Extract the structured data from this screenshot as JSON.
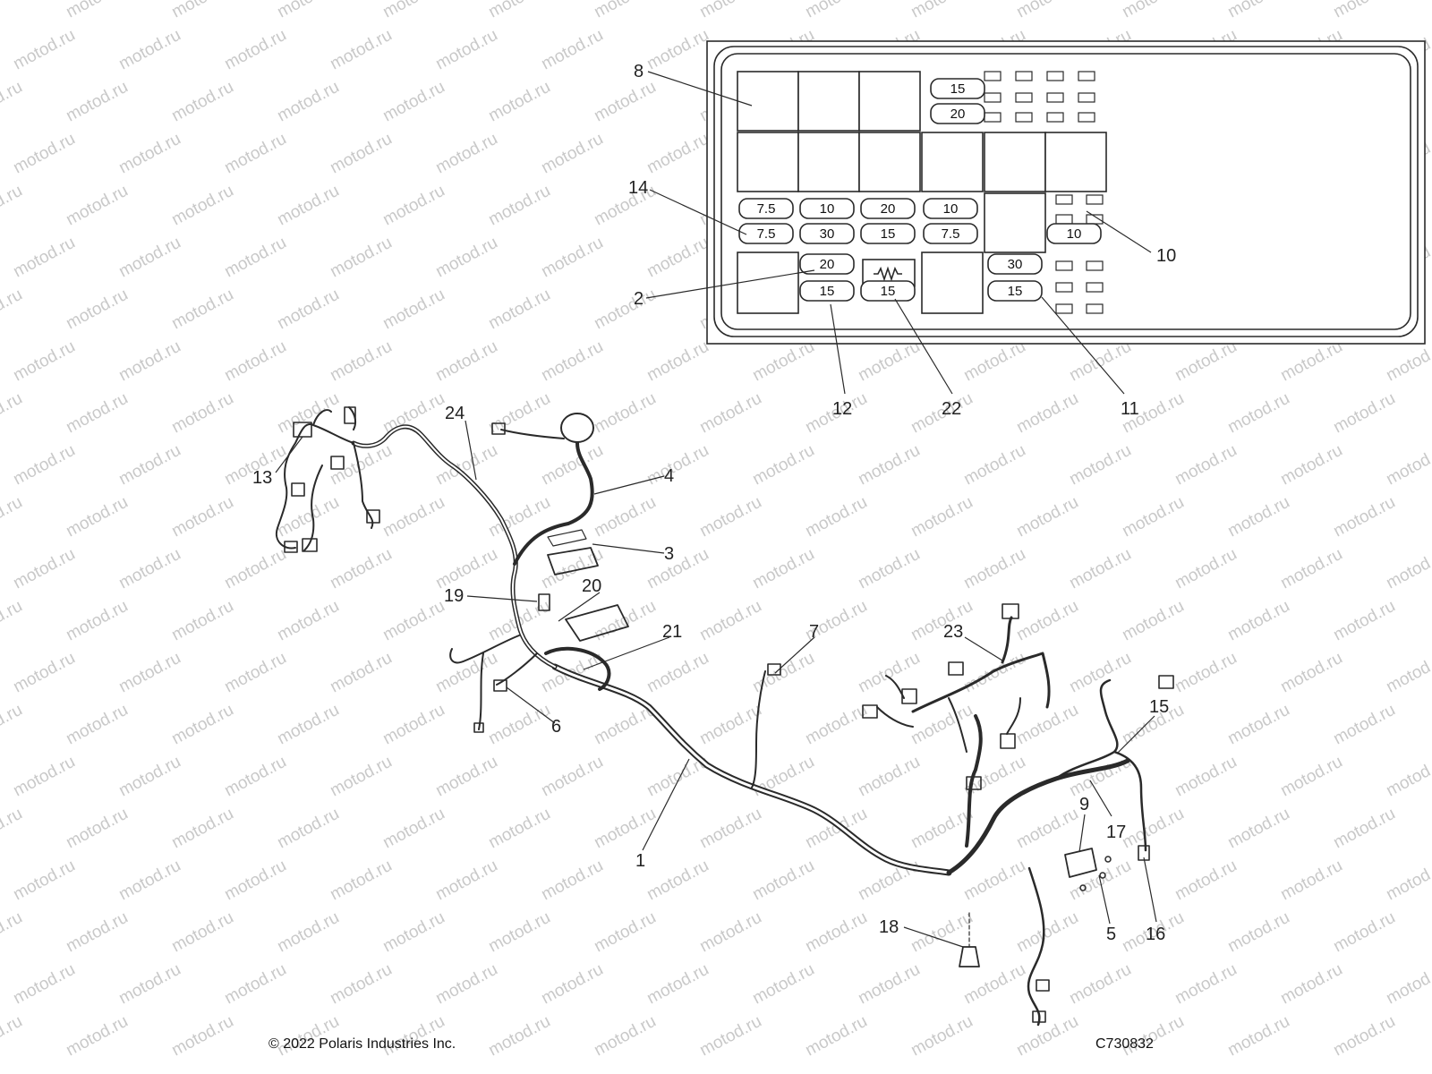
{
  "watermark": "motod.ru",
  "footer": {
    "copyright": "© 2022 Polaris Industries Inc.",
    "figure_code": "C730832"
  },
  "callouts": [
    "1",
    "2",
    "3",
    "4",
    "5",
    "6",
    "7",
    "8",
    "9",
    "10",
    "11",
    "12",
    "13",
    "14",
    "15",
    "16",
    "17",
    "18",
    "19",
    "20",
    "21",
    "22",
    "23",
    "24"
  ],
  "fuse_box": {
    "fuses": [
      {
        "id": "r1a",
        "value": "15"
      },
      {
        "id": "r1b",
        "value": "20"
      },
      {
        "id": "a1",
        "value": "7.5"
      },
      {
        "id": "a2",
        "value": "10"
      },
      {
        "id": "a3",
        "value": "20"
      },
      {
        "id": "a4",
        "value": "10"
      },
      {
        "id": "b1",
        "value": "7.5"
      },
      {
        "id": "b2",
        "value": "30"
      },
      {
        "id": "b3",
        "value": "15"
      },
      {
        "id": "b4",
        "value": "7.5"
      },
      {
        "id": "b6",
        "value": "10"
      },
      {
        "id": "c2",
        "value": "20"
      },
      {
        "id": "c5",
        "value": "30"
      },
      {
        "id": "d2",
        "value": "15"
      },
      {
        "id": "d3",
        "value": "15"
      },
      {
        "id": "d5",
        "value": "15"
      }
    ]
  },
  "colors": {
    "line": "#2a2a2a",
    "watermark": "#c9c9c9",
    "background": "#ffffff"
  }
}
